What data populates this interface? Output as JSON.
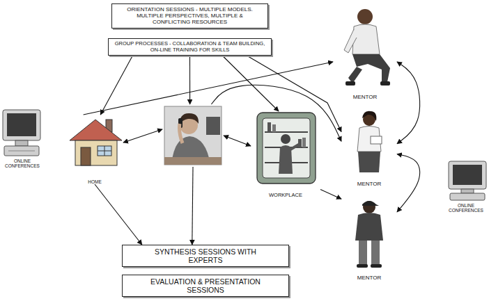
{
  "diagram": {
    "nodes": [
      {
        "text": [
          "ORIENTATION SESSIONS - MULTIPLE MODELS. MULTIPLE PERSPECTIVES, MULTIPLE & CONFLICTING RESOURCES"
        ]
      },
      {
        "text": [
          "GROUP PROCESSES - COLLABORATION & TEAM BUILDING, ON-LINE TRAINING FOR SKILLS"
        ]
      },
      {
        "text": [
          "MENTOR"
        ]
      },
      {
        "text": [
          "HOME"
        ]
      },
      {
        "text": []
      },
      {
        "text": [
          "WORKPLACE"
        ]
      },
      {
        "text": [
          "MENTOR"
        ]
      },
      {
        "text": [
          "MENTOR"
        ]
      },
      {
        "text": [
          "SYNTHESIS SESSIONS WITH EXPERTS"
        ]
      },
      {
        "text": [
          "EVALUATION & PRESENTATION SESSIONS"
        ]
      }
    ],
    "edges": [
      {
        "from": 1,
        "to": 3,
        "arrow": "to"
      },
      {
        "from": 1,
        "to": 4,
        "arrow": "to"
      },
      {
        "from": 1,
        "to": 5,
        "arrow": "to"
      },
      {
        "from": 1,
        "to": 6,
        "arrow": "to"
      },
      {
        "from": 3,
        "to": 2,
        "arrow": "to"
      },
      {
        "from": 3,
        "to": 4,
        "arrow": "both"
      },
      {
        "from": 4,
        "to": 5,
        "arrow": "both"
      },
      {
        "from": 4,
        "to": 6,
        "arrow": "to"
      },
      {
        "from": 5,
        "to": 7,
        "arrow": "to"
      },
      {
        "from": 3,
        "to": 8,
        "arrow": "to"
      },
      {
        "from": 4,
        "to": 8,
        "arrow": "to"
      },
      {
        "from": 2,
        "to": 6,
        "arrow": "both"
      },
      {
        "from": 7,
        "to": 6,
        "arrow": "both"
      }
    ],
    "labels": [
      "ONLINE CONFERENCES",
      "ONLINE CONFERENCES"
    ]
  }
}
